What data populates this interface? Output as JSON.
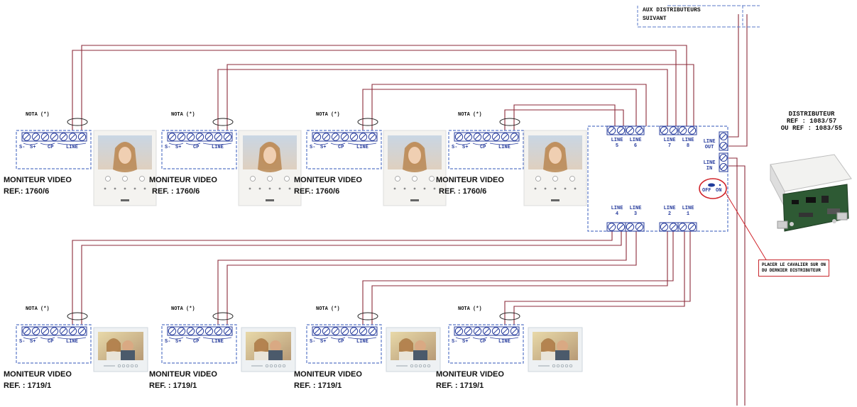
{
  "header": {
    "aux_line1": "AUX DISTRIBUTEURS",
    "aux_line2": "SUIVANT"
  },
  "distributor": {
    "title": "DISTRIBUTEUR",
    "ref1": "REF : 1083/57",
    "ref2": "OU REF : 1083/55",
    "lines_top": [
      "LINE\n5",
      "LINE\n6",
      "LINE\n7",
      "LINE\n8"
    ],
    "lines_bottom": [
      "LINE\n4",
      "LINE\n3",
      "LINE\n2",
      "LINE\n1"
    ],
    "line_out": "LINE\nOUT",
    "line_in": "LINE\nIN",
    "switch_off": "OFF",
    "switch_on": "ON"
  },
  "note": {
    "line1": "PLACER LE CAVALIER SUR ON",
    "line2": "DU DERNIER DISTRIBUTEUR"
  },
  "monitor_common": {
    "nota": "NOTA (*)",
    "t_sminus": "S-",
    "t_splus": "S+",
    "t_cp": "CP",
    "t_line": "LINE",
    "title": "MONITEUR VIDEO"
  },
  "monitors_top": [
    {
      "ref": "REF.: 1760/6"
    },
    {
      "ref": "REF. : 1760/6"
    },
    {
      "ref": "REF.: 1760/6"
    },
    {
      "ref": "REF. : 1760/6"
    }
  ],
  "monitors_bottom": [
    {
      "ref": "REF. : 1719/1"
    },
    {
      "ref": "REF. : 1719/1"
    },
    {
      "ref": "REF. : 1719/1"
    },
    {
      "ref": "REF. : 1719/1"
    }
  ],
  "colors": {
    "wire": "#8b2a3a",
    "terminal_blue": "#2a3f9e",
    "dash_blue": "#5a78c8",
    "highlight_red": "#d0232a"
  }
}
